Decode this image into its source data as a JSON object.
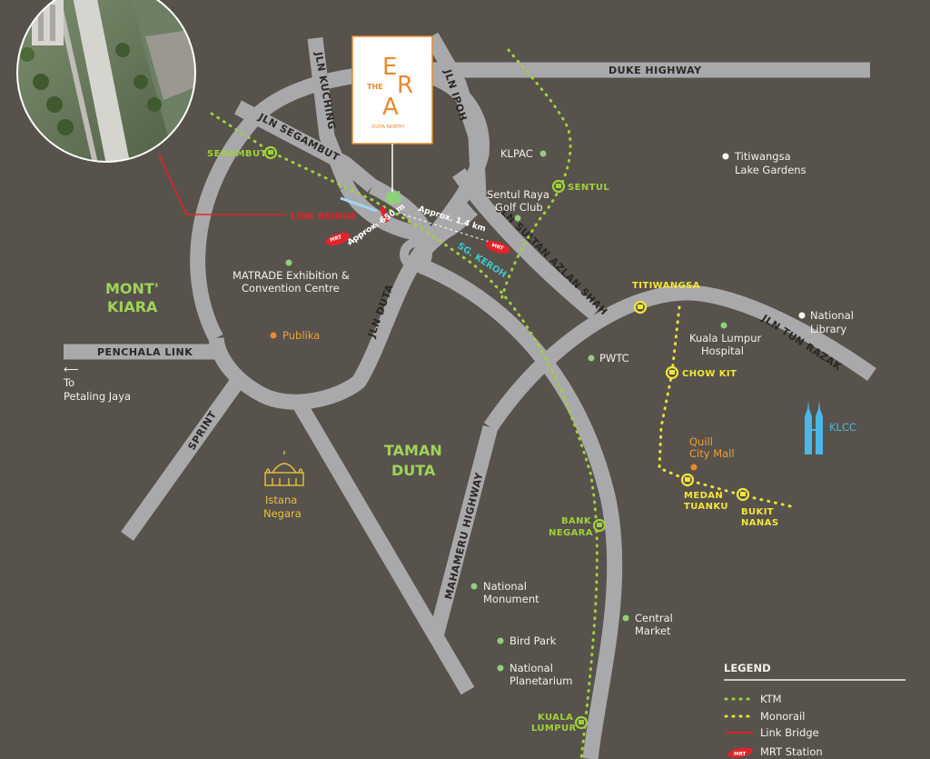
{
  "roads": {
    "duke_highway": "DUKE HIGHWAY",
    "jln_kuching": "JLN KUCHING",
    "jln_ipoh": "JLN IPOH",
    "jln_segambut": "JLN SEGAMBUT",
    "jln_sultan_azlan_shah": "JLN SULTAN AZLAN SHAH",
    "jln_tun_razak": "JLN TUN RAZAK",
    "jln_duta": "JLN DUTA",
    "penchala_link": "PENCHALA LINK",
    "sprint": "SPRINT",
    "mahameru_highway": "MAHAMERU HIGHWAY"
  },
  "project": {
    "the": "THE",
    "e": "E",
    "r": "R",
    "a": "A",
    "tagline": "DUTA NORTH"
  },
  "areas": {
    "mont_kiara_1": "MONT'",
    "mont_kiara_2": "KIARA",
    "taman_duta_1": "TAMAN",
    "taman_duta_2": "DUTA"
  },
  "stations": {
    "segambut": "SEGAMBUT",
    "sentul": "SENTUL",
    "titiwangsa": "TITIWANGSA",
    "chow_kit": "CHOW KIT",
    "medan_tuanku_1": "MEDAN",
    "medan_tuanku_2": "TUANKU",
    "bukit_nanas_1": "BUKIT",
    "bukit_nanas_2": "NANAS",
    "bank_negara_1": "BANK",
    "bank_negara_2": "NEGARA",
    "kuala_lumpur_1": "KUALA",
    "kuala_lumpur_2": "LUMPUR"
  },
  "landmarks": {
    "klpac": "KLPAC",
    "titiwangsa_lake_1": "Titiwangsa",
    "titiwangsa_lake_2": "Lake Gardens",
    "sentul_raya_1": "Sentul Raya",
    "sentul_raya_2": "Golf Club",
    "matrade_1": "MATRADE Exhibition &",
    "matrade_2": "Convention Centre",
    "publika": "Publika",
    "national_library_1": "National",
    "national_library_2": "Library",
    "kl_hospital_1": "Kuala Lumpur",
    "kl_hospital_2": "Hospital",
    "pwtc": "PWTC",
    "quill_1": "Quill",
    "quill_2": "City Mall",
    "klcc": "KLCC",
    "istana_1": "Istana",
    "istana_2": "Negara",
    "national_monument_1": "National",
    "national_monument_2": "Monument",
    "bird_park": "Bird Park",
    "planetarium_1": "National",
    "planetarium_2": "Planetarium",
    "central_market_1": "Central",
    "central_market_2": "Market",
    "to_pj_1": "To",
    "to_pj_2": "Petaling Jaya",
    "arrow": "⟵"
  },
  "annotations": {
    "link_bridge": "LINK BRIDGE",
    "approx_14": "Approx. 1.4 km",
    "approx_650": "Approx. 650 m",
    "sg_keroh": "SG. KEROH",
    "mrt_badge": "MRT"
  },
  "legend": {
    "title": "LEGEND",
    "ktm": "KTM",
    "monorail": "Monorail",
    "link_bridge": "Link Bridge",
    "mrt_station": "MRT Station"
  },
  "colors": {
    "background": "#57524b",
    "road": "#a9a9ab",
    "ktm": "#9fd13c",
    "monorail": "#e8e13a",
    "link_bridge": "#e0242a",
    "brand_orange": "#e88a2e"
  }
}
